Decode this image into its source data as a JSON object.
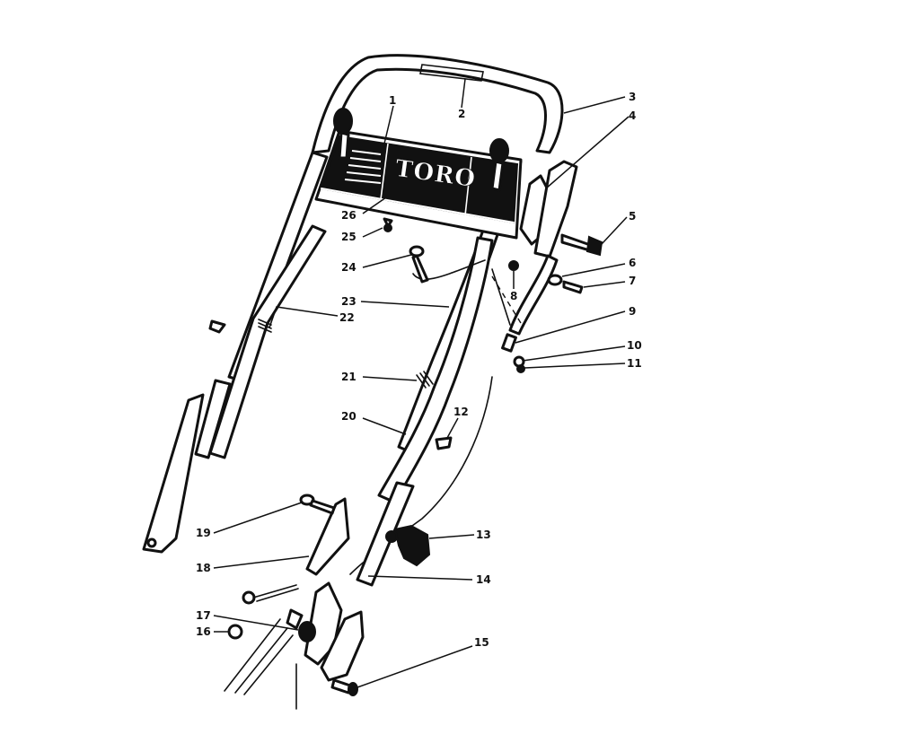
{
  "brand_label": "TORO",
  "callouts": [
    "1",
    "2",
    "3",
    "4",
    "5",
    "6",
    "7",
    "8",
    "9",
    "10",
    "11",
    "12",
    "13",
    "14",
    "15",
    "16",
    "17",
    "18",
    "19",
    "20",
    "21",
    "22",
    "23",
    "24",
    "25",
    "26"
  ],
  "ink_color": "#111111",
  "background_color": "#ffffff"
}
